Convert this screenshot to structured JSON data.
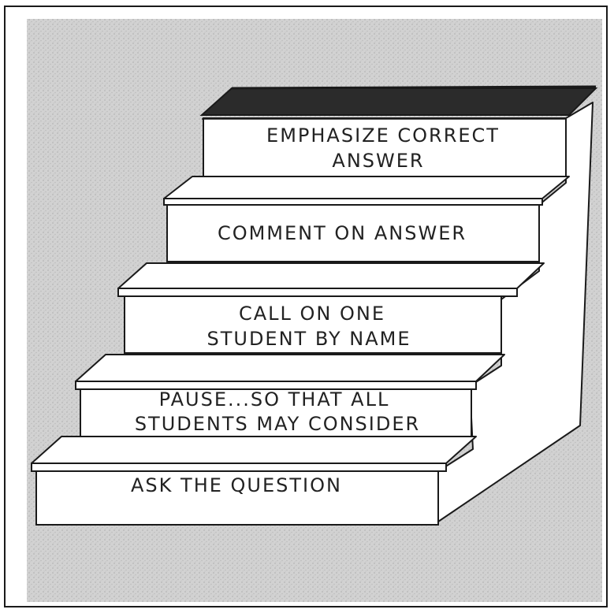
{
  "colors": {
    "background_stipple": "#cfcfcf",
    "step_fill": "#ffffff",
    "line": "#1a1a1a",
    "top_platform": "#2b2b2b"
  },
  "steps": [
    {
      "lines": [
        "EMPHASIZE CORRECT",
        "ANSWER"
      ]
    },
    {
      "lines": [
        "COMMENT ON ANSWER"
      ]
    },
    {
      "lines": [
        "CALL ON ONE",
        "STUDENT BY NAME"
      ]
    },
    {
      "lines": [
        "PAUSE...SO THAT ALL",
        "STUDENTS MAY CONSIDER"
      ]
    },
    {
      "lines": [
        "ASK THE QUESTION"
      ]
    }
  ]
}
